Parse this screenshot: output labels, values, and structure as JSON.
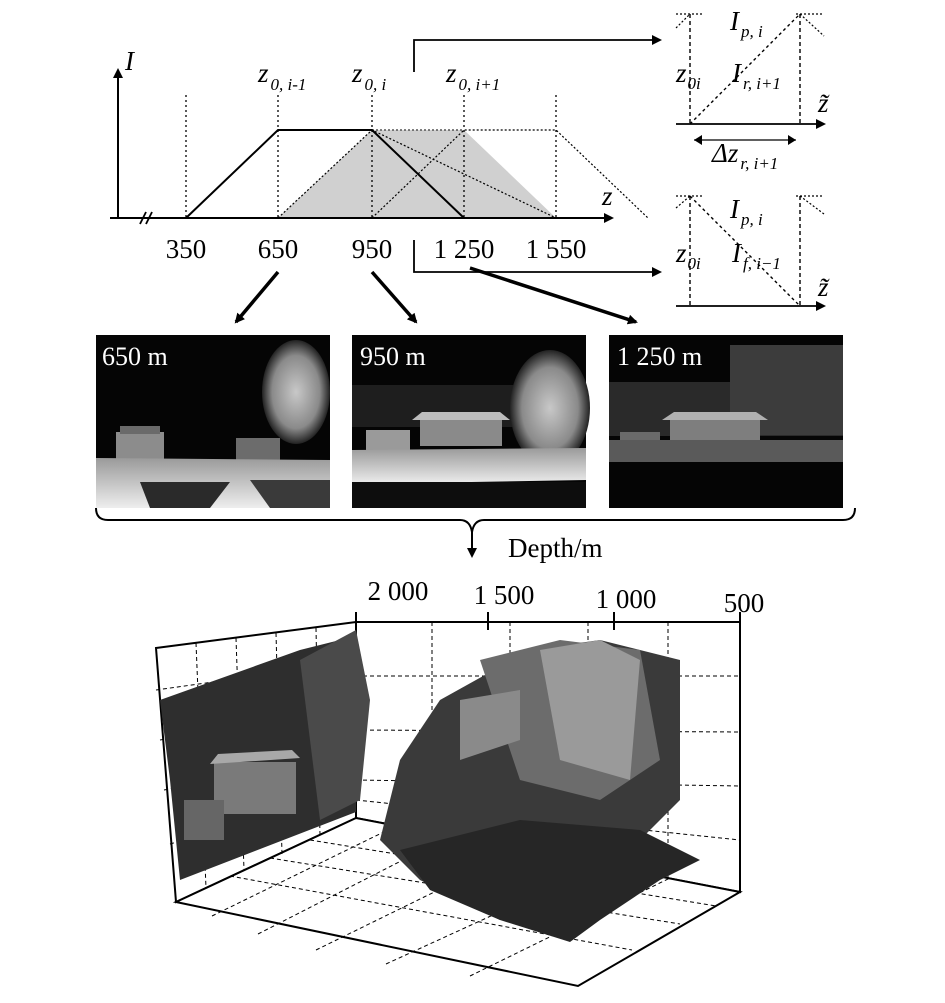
{
  "intensity_plot": {
    "y_axis_label": "I",
    "x_axis_label": "z",
    "ticks": [
      "350",
      "650",
      "950",
      "1 250",
      "1 550"
    ],
    "gate_labels": [
      {
        "main": "z",
        "sub": "0, i-1"
      },
      {
        "main": "z",
        "sub": "0, i"
      },
      {
        "main": "z",
        "sub": "0, i+1"
      }
    ]
  },
  "rising_inset": {
    "peak_label": {
      "main": "I",
      "sub": "p, i"
    },
    "center_label": {
      "main": "z",
      "sub": "0i"
    },
    "edge_label": {
      "main": "I",
      "sub": "r, i+1"
    },
    "width_label": {
      "main": "Δz",
      "sub": "r, i+1"
    },
    "axis_label": "z̃"
  },
  "falling_inset": {
    "peak_label": {
      "main": "I",
      "sub": "p, i"
    },
    "center_label": {
      "main": "z",
      "sub": "0i"
    },
    "edge_label": {
      "main": "I",
      "sub": "f, i−1"
    },
    "axis_label": "z̃"
  },
  "photos": [
    {
      "label": "650 m"
    },
    {
      "label": "950 m"
    },
    {
      "label": "1 250 m"
    }
  ],
  "reconstruction": {
    "axis_title": "Depth/m",
    "depth_ticks": [
      "2 000",
      "1 500",
      "1 000",
      "500"
    ]
  },
  "colors": {
    "gray_fill": "#d0d0d0",
    "photo_bg": "#050505",
    "line": "#000000"
  }
}
